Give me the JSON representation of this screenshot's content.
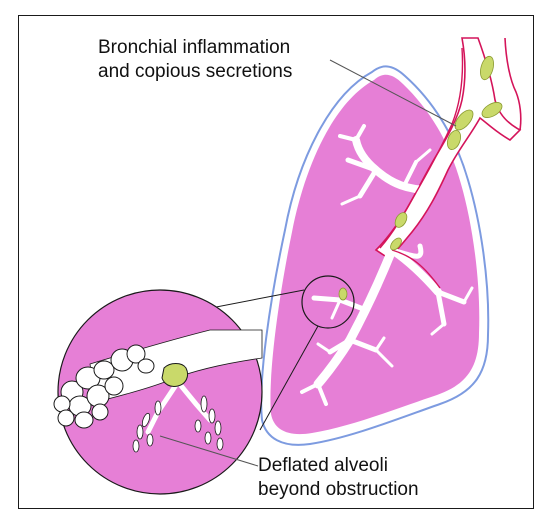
{
  "labels": {
    "inflammation_line1": "Bronchial inflammation",
    "inflammation_line2": "and copious secretions",
    "alveoli_line1": "Deflated alveoli",
    "alveoli_line2": "beyond obstruction"
  },
  "colors": {
    "lung_fill": "#e67fd6",
    "lung_outline": "#7d9be0",
    "inflamed_wall": "#d4145a",
    "mucus": "#c9d96a",
    "airway": "#ffffff",
    "leader_line": "#1a1a1a"
  }
}
